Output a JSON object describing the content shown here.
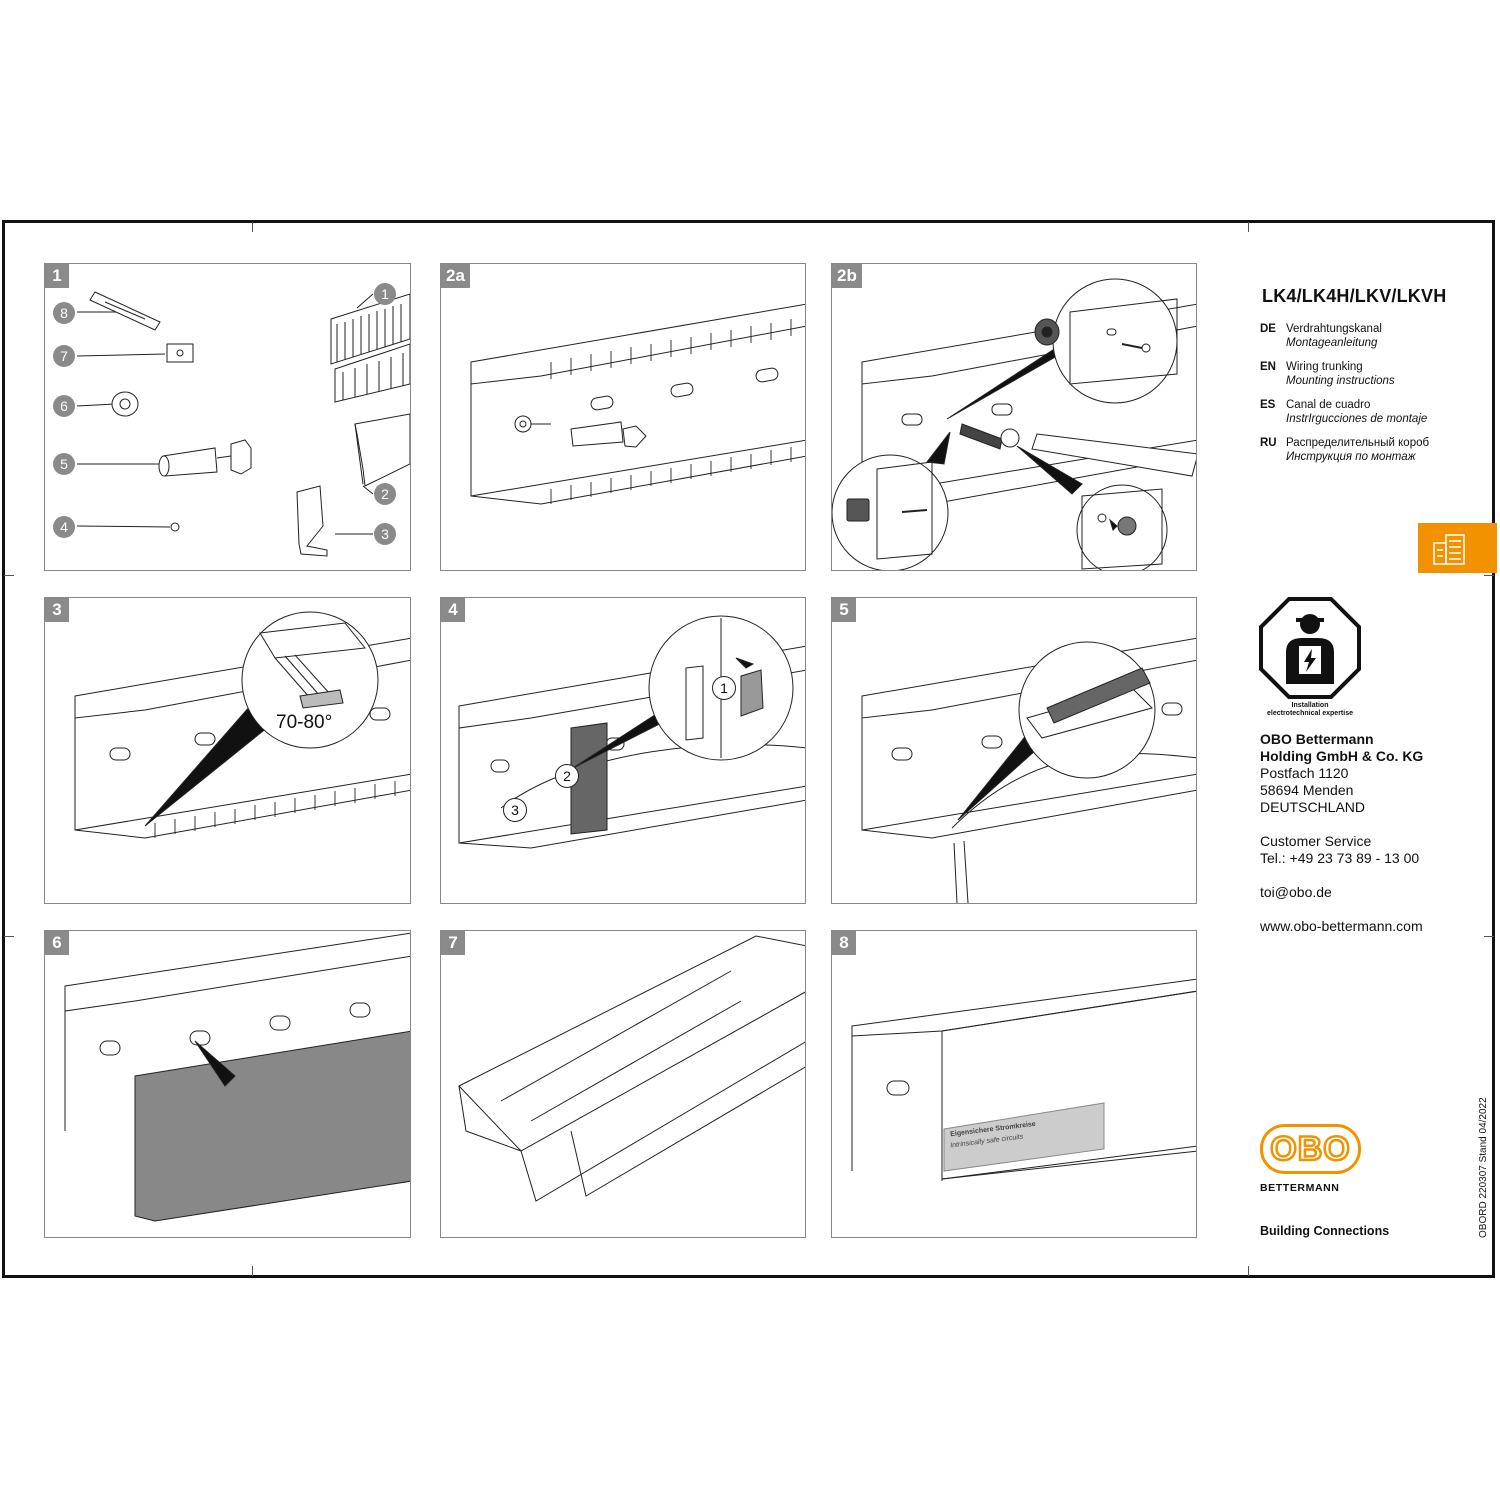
{
  "document": {
    "title": "LK4/LK4H/LKV/LKVH",
    "languages": [
      {
        "code": "DE",
        "name": "Verdrahtungskanal",
        "subtitle": "Montageanleitung"
      },
      {
        "code": "EN",
        "name": "Wiring trunking",
        "subtitle": "Mounting instructions"
      },
      {
        "code": "ES",
        "name": "Canal de cuadro",
        "subtitle": "InstrIrgucciones de montaje"
      },
      {
        "code": "RU",
        "name": "Распределительный короб",
        "subtitle": "Инструкция по монтаж"
      }
    ],
    "warning_caption_1": "Installation",
    "warning_caption_2": "electrotechnical expertise",
    "company": {
      "name_line1": "OBO Bettermann",
      "name_line2": "Holding GmbH & Co. KG",
      "street": "Postfach 1120",
      "city": "58694 Menden",
      "country": "DEUTSCHLAND",
      "service_label": "Customer Service",
      "phone": "Tel.: +49 23 73 89 - 13 00",
      "email": "toi@obo.de",
      "website": "www.obo-bettermann.com"
    },
    "logo_text": "OBO",
    "logo_sub": "BETTERMANN",
    "tagline": "Building Connections",
    "doc_ref": "OBORD 220307 Stand 04/2022",
    "accent_color": "#f39200"
  },
  "steps": [
    {
      "label": "1",
      "callouts": [
        "1",
        "2",
        "3",
        "4",
        "5",
        "6",
        "7",
        "8"
      ]
    },
    {
      "label": "2a"
    },
    {
      "label": "2b"
    },
    {
      "label": "3",
      "angle": "70-80°"
    },
    {
      "label": "4",
      "callouts": [
        "1",
        "2",
        "3"
      ]
    },
    {
      "label": "5"
    },
    {
      "label": "6"
    },
    {
      "label": "7"
    },
    {
      "label": "8",
      "plate_line1": "Eigensichere Stromkreise",
      "plate_line2": "Intrinsically safe circuits"
    }
  ]
}
